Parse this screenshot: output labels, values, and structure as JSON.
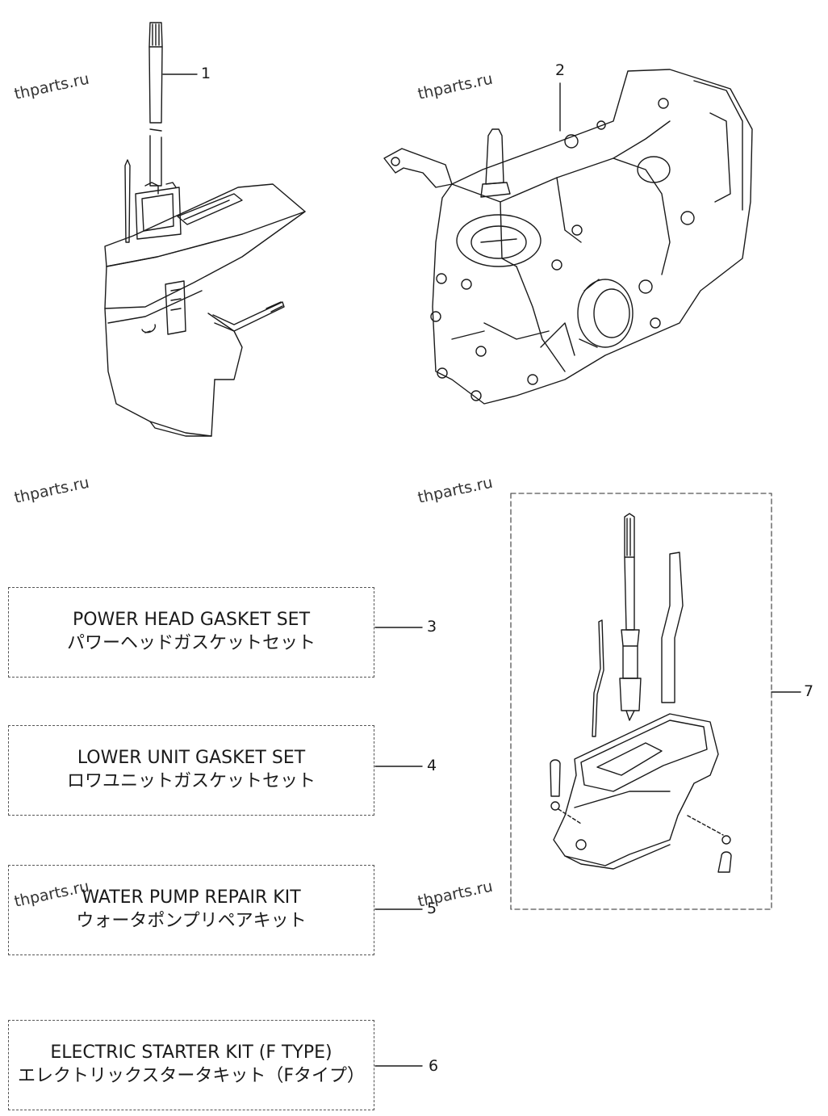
{
  "watermark": "thparts.ru",
  "callouts": {
    "c1": "1",
    "c2": "2",
    "c3": "3",
    "c4": "4",
    "c5": "5",
    "c6": "6",
    "c7": "7"
  },
  "kits": [
    {
      "en": "POWER HEAD GASKET SET",
      "jp": "パワーヘッドガスケットセット"
    },
    {
      "en": "LOWER UNIT GASKET SET",
      "jp": "ロワユニットガスケットセット"
    },
    {
      "en": "WATER PUMP REPAIR KIT",
      "jp": "ウォータポンプリペアキット"
    },
    {
      "en": "ELECTRIC STARTER KIT (F TYPE)",
      "jp": "エレクトリックスタータキット（Fタイプ）"
    }
  ],
  "colors": {
    "line": "#1a1a1a",
    "box_border": "#555555"
  }
}
